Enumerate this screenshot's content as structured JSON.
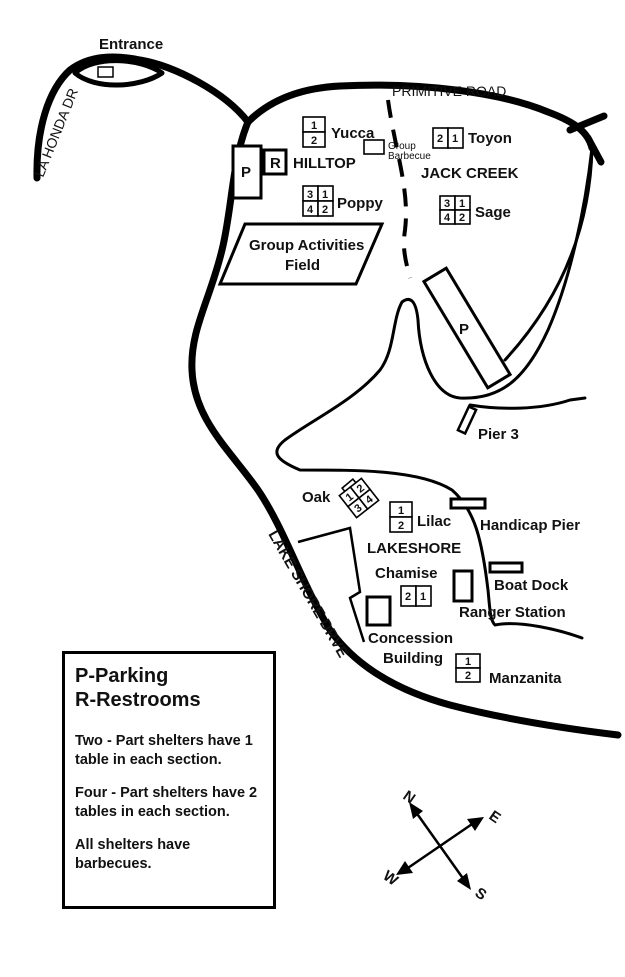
{
  "roads": {
    "la_honda": "LA HONDA DR",
    "primitive": "PRIMITIVE ROAD",
    "lake_shore": "LAKE SHORE DRVE"
  },
  "places": {
    "entrance": "Entrance",
    "hilltop": "HILLTOP",
    "jack_creek": "JACK CREEK",
    "lakeshore": "LAKESHORE",
    "group_activities_line1": "Group Activities",
    "group_activities_line2": "Field",
    "group_bbq_line1": "Group",
    "group_bbq_line2": "Barbecue",
    "pier3": "Pier 3",
    "handicap_pier": "Handicap Pier",
    "boat_dock": "Boat Dock",
    "ranger_station": "Ranger Station",
    "concession_line1": "Concession",
    "concession_line2": "Building"
  },
  "shelters": {
    "yucca": "Yucca",
    "poppy": "Poppy",
    "toyon": "Toyon",
    "sage": "Sage",
    "oak": "Oak",
    "lilac": "Lilac",
    "chamise": "Chamise",
    "manzanita": "Manzanita"
  },
  "section_numbers": {
    "one": "1",
    "two": "2",
    "three": "3",
    "four": "4"
  },
  "symbols": {
    "parking": "P",
    "restroom": "R"
  },
  "legend": {
    "line1": "P-Parking",
    "line2": "R-Restrooms",
    "note1": "Two - Part shelters have 1 table in each section.",
    "note2": "Four - Part shelters have 2 tables in each section.",
    "note3": "All shelters have barbecues."
  },
  "compass": {
    "n": "N",
    "e": "E",
    "s": "S",
    "w": "W"
  }
}
